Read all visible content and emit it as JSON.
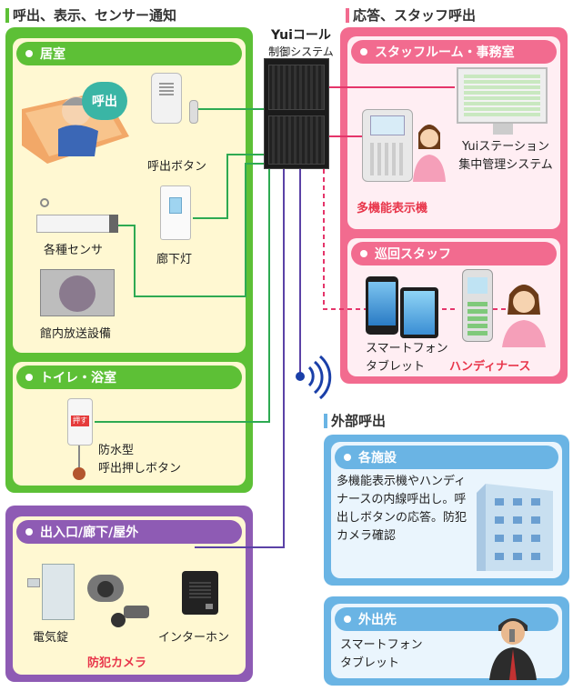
{
  "sections": {
    "left_title": "呼出、表示、センサー通知",
    "right_title": "応答、スタッフ呼出",
    "external_title": "外部呼出"
  },
  "control": {
    "brand": "Yuiコール",
    "name": "制御システム"
  },
  "room": {
    "heading": "居室",
    "patient_bubble": "呼出",
    "call_button": "呼出ボタン",
    "sensor": "各種センサ",
    "corridor_light": "廊下灯",
    "broadcast": "館内放送設備"
  },
  "toilet": {
    "heading": "トイレ・浴室",
    "button_tag": "押す",
    "waterproof_button": "防水型\n呼出押しボタン"
  },
  "entrance": {
    "heading": "出入口/廊下/屋外",
    "lock": "電気錠",
    "camera": "防犯カメラ",
    "intercom": "インターホン"
  },
  "staff_room": {
    "heading": "スタッフルーム・事務室",
    "multi_display": "多機能表示機",
    "station": "Yuiステーション\n集中管理システム"
  },
  "patrol": {
    "heading": "巡回スタッフ",
    "smartphone": "スマートフォン\nタブレット",
    "handy": "ハンディナース"
  },
  "external": {
    "facility_heading": "各施設",
    "facility_desc": "多機能表示機やハンディナースの内線呼出し。呼出しボタンの応答。防犯カメラ確認",
    "outside_heading": "外出先",
    "outside_desc": "スマートフォン\nタブレット"
  },
  "colors": {
    "green": "#5dc036",
    "purple": "#8e5bb4",
    "pink": "#f26b8f",
    "blue": "#6ab4e4",
    "cream": "#fff8d2",
    "light_pink": "#ffeef3",
    "light_blue": "#eaf5fd",
    "line_pink": "#e5356a",
    "line_purple": "#5b42a6",
    "alert_red": "#e8354a"
  }
}
